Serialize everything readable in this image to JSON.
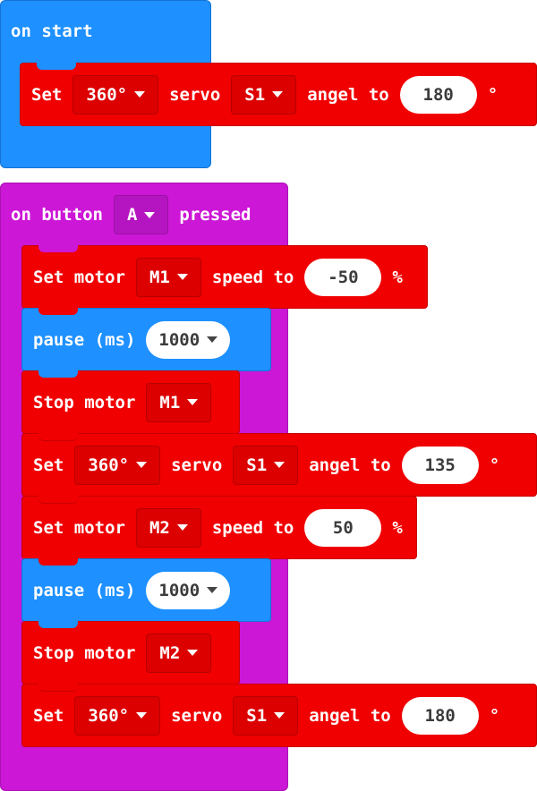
{
  "on_start": {
    "label": "on start",
    "servo_block": {
      "set": "Set",
      "type": "360°",
      "servo_word": "servo",
      "servo": "S1",
      "angel_to": "angel to",
      "angle": "180",
      "unit": "°"
    }
  },
  "on_button": {
    "on": "on button",
    "button": "A",
    "pressed": "pressed",
    "blocks": [
      {
        "kind": "motor_speed",
        "set_motor": "Set motor",
        "motor": "M1",
        "speed_to": "speed to",
        "speed": "-50",
        "unit": "%"
      },
      {
        "kind": "pause",
        "label": "pause (ms)",
        "value": "1000"
      },
      {
        "kind": "stop",
        "label": "Stop motor",
        "motor": "M1"
      },
      {
        "kind": "servo",
        "set": "Set",
        "type": "360°",
        "servo_word": "servo",
        "servo": "S1",
        "angel_to": "angel to",
        "angle": "135",
        "unit": "°"
      },
      {
        "kind": "motor_speed",
        "set_motor": "Set motor",
        "motor": "M2",
        "speed_to": "speed to",
        "speed": "50",
        "unit": "%"
      },
      {
        "kind": "pause",
        "label": "pause (ms)",
        "value": "1000"
      },
      {
        "kind": "stop",
        "label": "Stop motor",
        "motor": "M2"
      },
      {
        "kind": "servo",
        "set": "Set",
        "type": "360°",
        "servo_word": "servo",
        "servo": "S1",
        "angel_to": "angel to",
        "angle": "180",
        "unit": "°"
      }
    ]
  },
  "colors": {
    "event_blue": "#1e90ff",
    "event_purple": "#cc17d6",
    "motor_red": "#f00000",
    "text_white": "#ffffff"
  }
}
